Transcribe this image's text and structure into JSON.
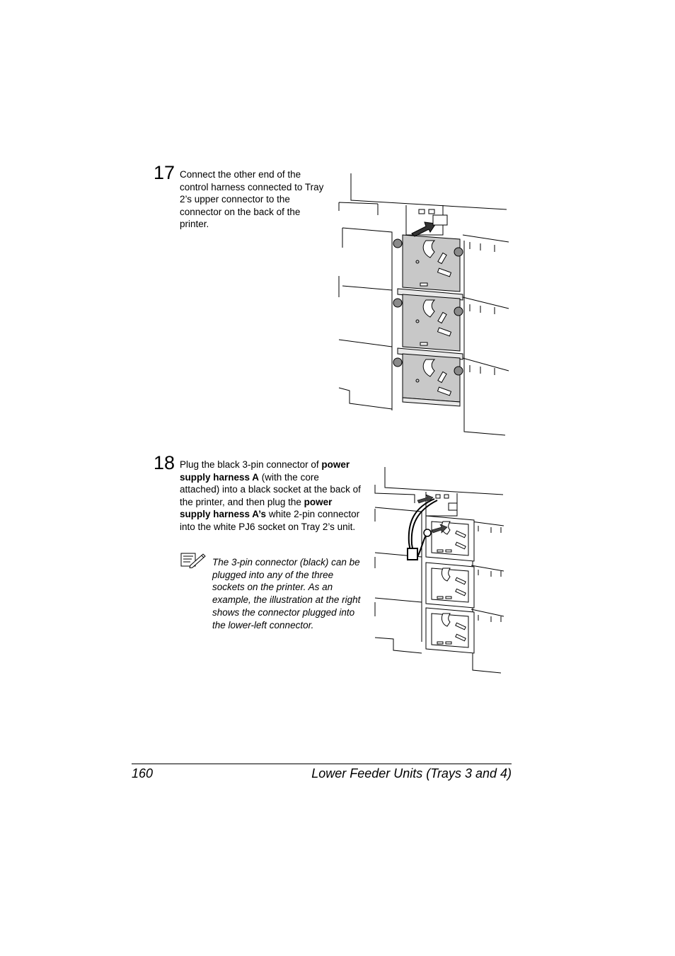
{
  "steps": [
    {
      "number": "17",
      "segments": [
        {
          "text": "Connect the other end of the control harness connected to Tray 2’s upper connector to the connector on the back of the printer.",
          "bold": false
        }
      ]
    },
    {
      "number": "18",
      "segments": [
        {
          "text": "Plug the black 3-pin connector of ",
          "bold": false
        },
        {
          "text": "power supply harness A",
          "bold": true
        },
        {
          "text": " (with the core attached) into a black socket at the back of the printer, and then plug the ",
          "bold": false
        },
        {
          "text": "power supply harness A’s",
          "bold": true
        },
        {
          "text": " white 2-pin connector into the white PJ6 socket on Tray 2’s unit.",
          "bold": false
        }
      ],
      "note": "The 3-pin connector (black) can be plugged into any of the three sockets on the printer. As an example, the illustration at the right shows the connector plugged into the lower-left connector."
    }
  ],
  "footer": {
    "page_number": "160",
    "section_title": "Lower Feeder Units (Trays 3 and 4)"
  },
  "colors": {
    "bracket_fill": "#c8c8c8",
    "line": "#000000"
  }
}
